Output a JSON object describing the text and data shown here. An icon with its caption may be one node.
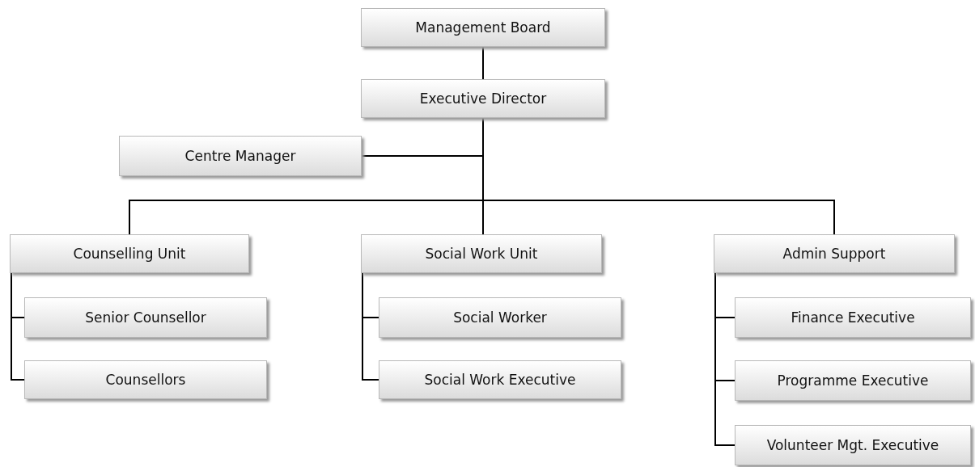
{
  "diagram": {
    "nodes": [
      {
        "text": [
          "Management Board"
        ]
      },
      {
        "text": [
          "Executive Director"
        ]
      },
      {
        "text": [
          "Centre Manager"
        ]
      },
      {
        "text": [
          "Counselling Unit"
        ]
      },
      {
        "text": [
          "Social Work Unit"
        ]
      },
      {
        "text": [
          "Admin Support"
        ]
      },
      {
        "text": [
          "Senior Counsellor"
        ]
      },
      {
        "text": [
          "Counsellors"
        ]
      },
      {
        "text": [
          "Social Worker"
        ]
      },
      {
        "text": [
          "Social Work Executive"
        ]
      },
      {
        "text": [
          "Finance Executive"
        ]
      },
      {
        "text": [
          "Programme Executive"
        ]
      },
      {
        "text": [
          "Volunteer Mgt. Executive"
        ]
      }
    ],
    "edges": [
      {
        "from": 0,
        "to": 1,
        "arrow": "none"
      },
      {
        "from": 1,
        "to": 2,
        "arrow": "none"
      },
      {
        "from": 1,
        "to": 3,
        "arrow": "none"
      },
      {
        "from": 1,
        "to": 4,
        "arrow": "none"
      },
      {
        "from": 1,
        "to": 5,
        "arrow": "none"
      },
      {
        "from": 3,
        "to": 6,
        "arrow": "none"
      },
      {
        "from": 3,
        "to": 7,
        "arrow": "none"
      },
      {
        "from": 4,
        "to": 8,
        "arrow": "none"
      },
      {
        "from": 4,
        "to": 9,
        "arrow": "none"
      },
      {
        "from": 5,
        "to": 10,
        "arrow": "none"
      },
      {
        "from": 5,
        "to": 11,
        "arrow": "none"
      },
      {
        "from": 5,
        "to": 12,
        "arrow": "none"
      }
    ]
  }
}
